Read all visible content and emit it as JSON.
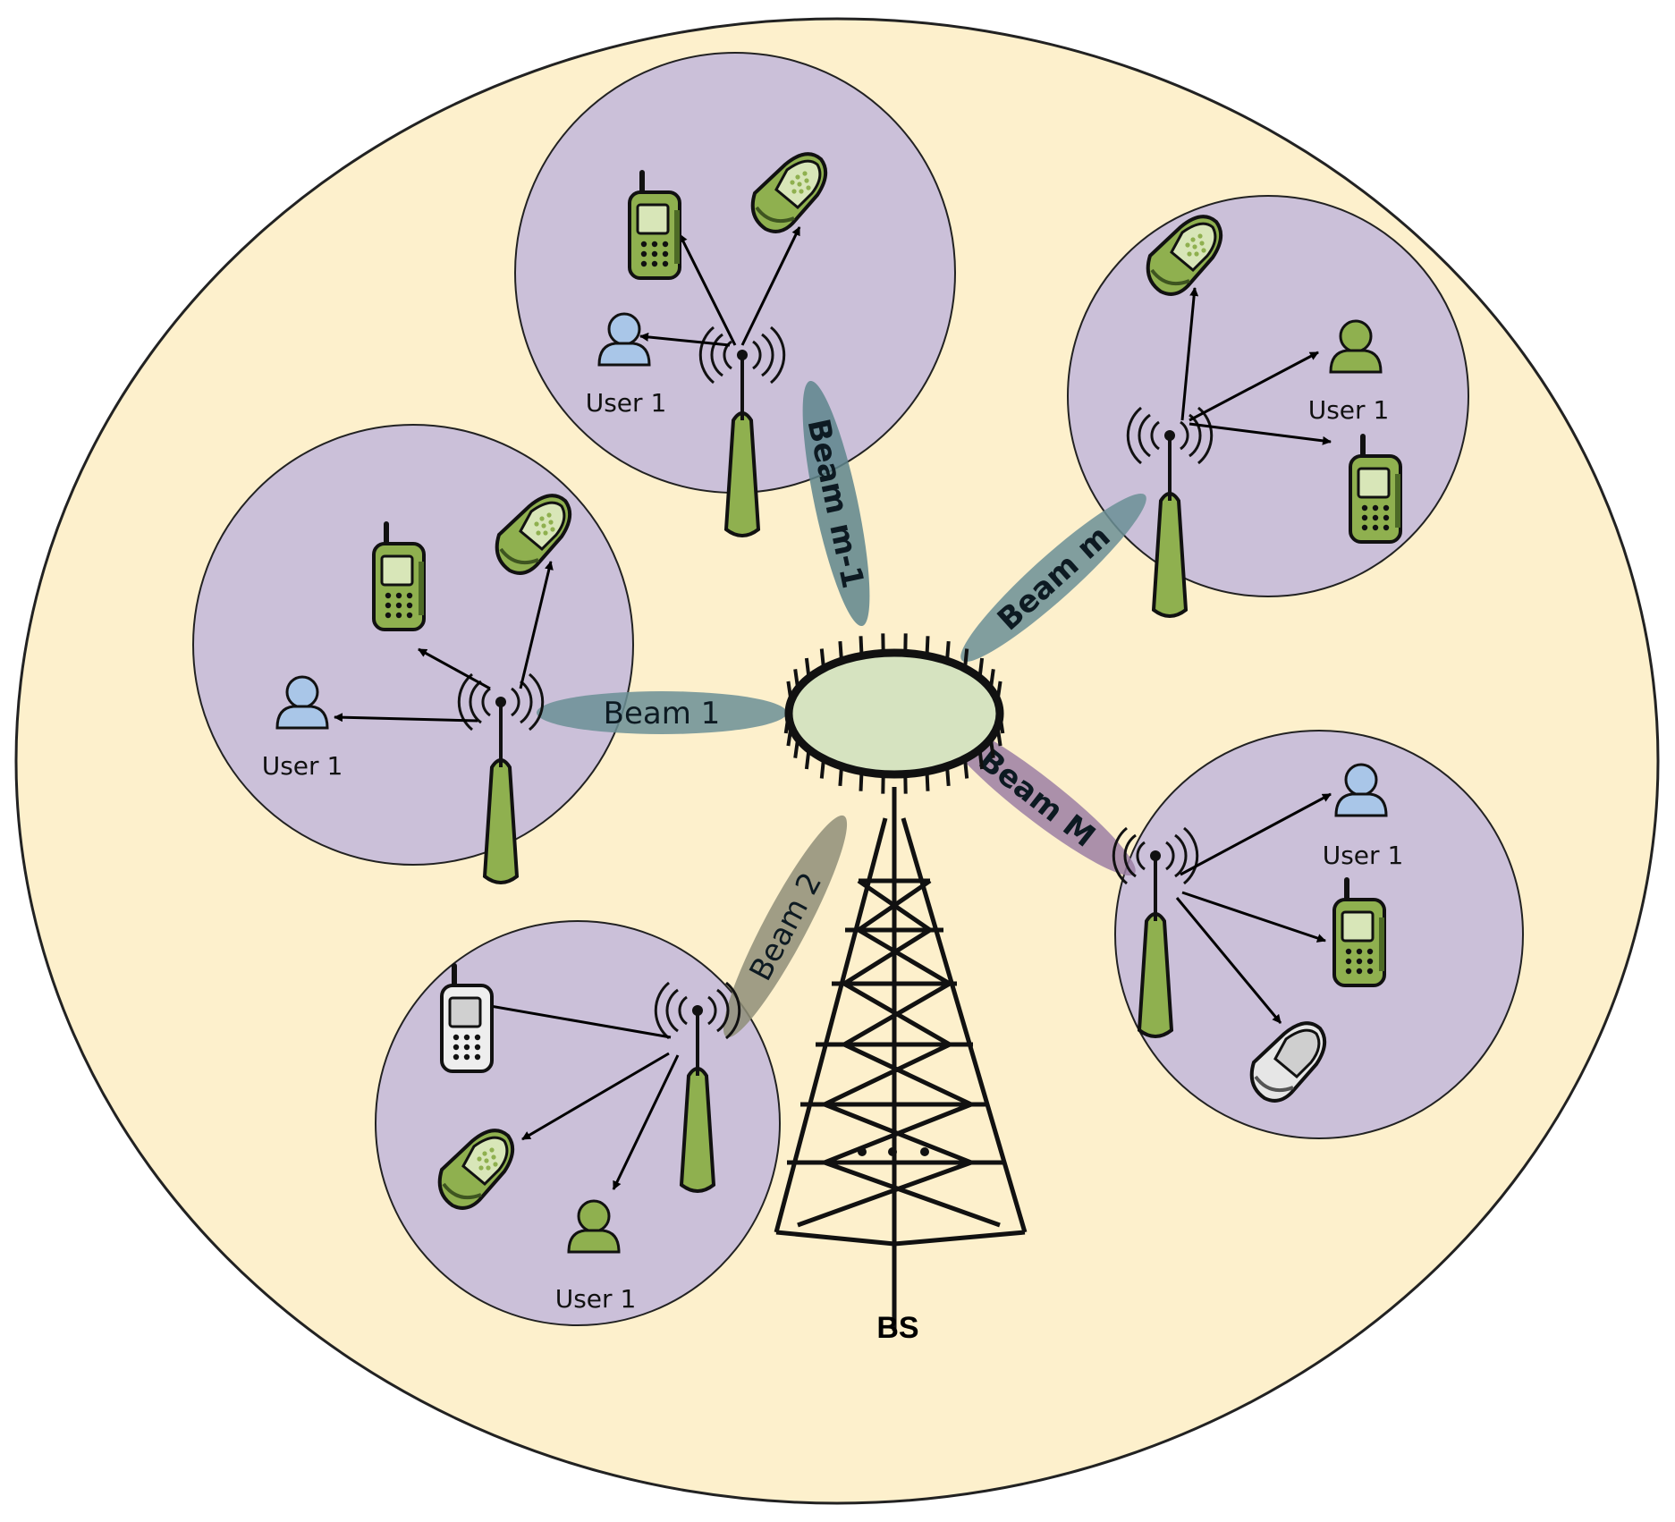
{
  "beams": {
    "beam_1": "Beam 1",
    "beam_2": "Beam 2",
    "beam_m_minus_1": "Beam m-1",
    "beam_m": "Beam m",
    "beam_M": "Beam M"
  },
  "users": {
    "top": "User 1",
    "left": "User 1",
    "right_top": "User 1",
    "right_bottom": "User 1",
    "bottom": "User 1"
  },
  "base_station_label": "BS",
  "colors": {
    "coverage_area": "#fdf0cc",
    "cluster": "#cbc0d9",
    "device_green": "#8fb04f",
    "device_dark": "#3e5520",
    "hub": "#d6e3c0",
    "user_blue": "#a9c6e8",
    "beam_teal": "#6b8f95",
    "beam_mauve": "#9c7fa3",
    "beam_olive": "#8f8e78"
  }
}
